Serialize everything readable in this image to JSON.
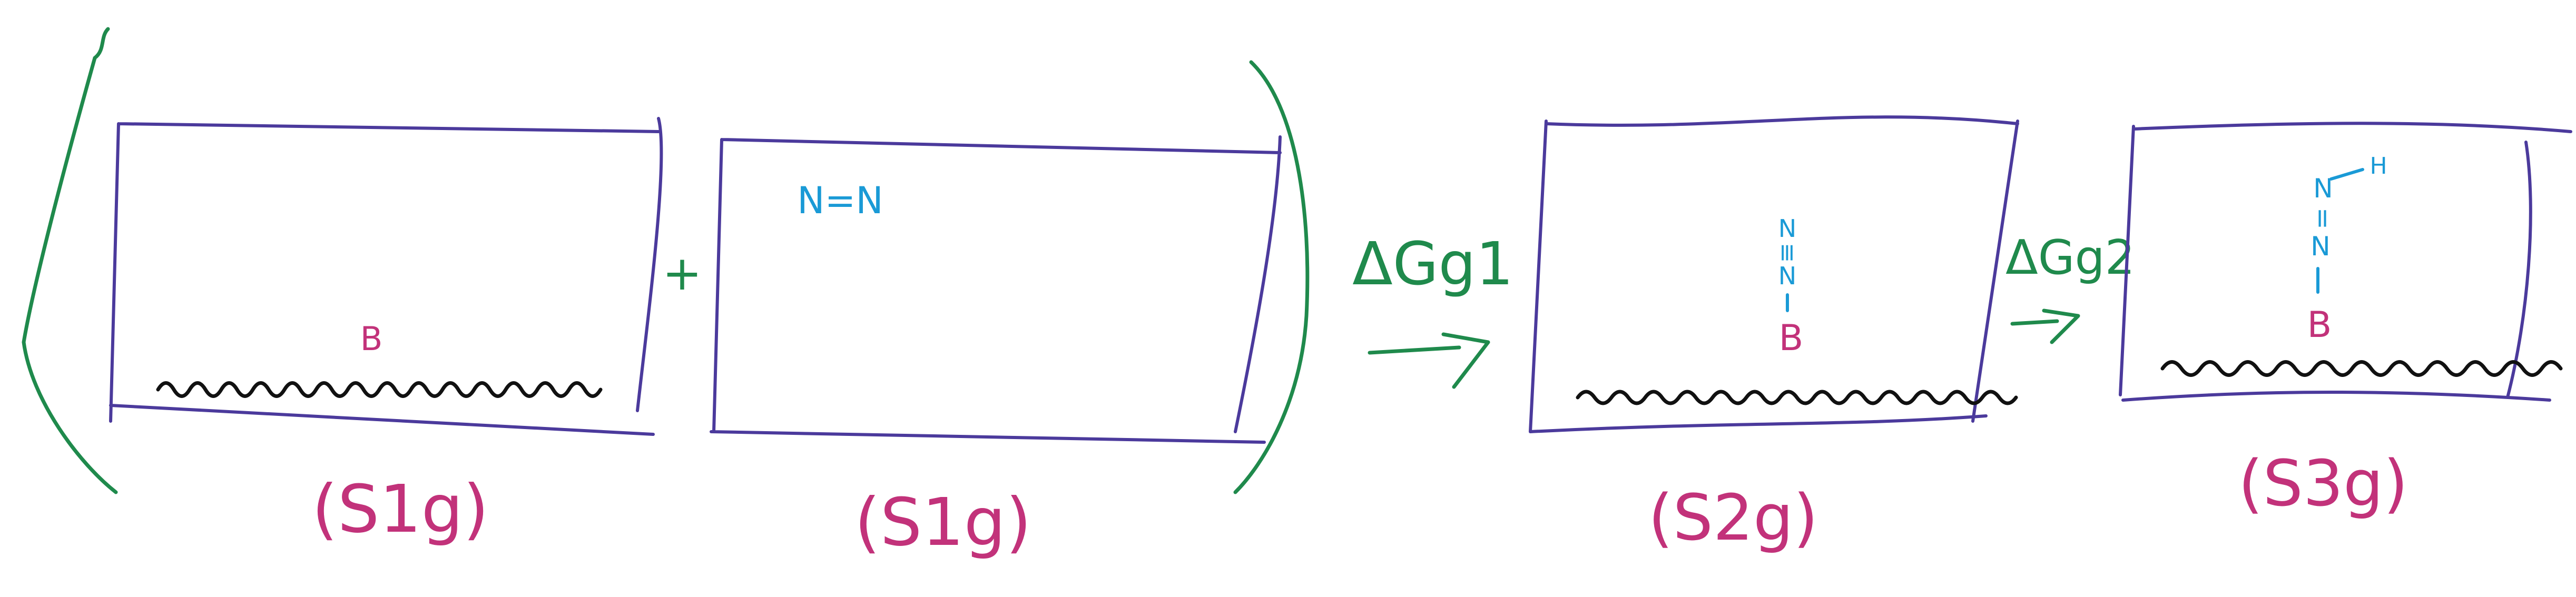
{
  "colors": {
    "box": "#4b3a9c",
    "bracket": "#1f8a4c",
    "surface": "#111111",
    "atom": "#c2327a",
    "molecule": "#1a9ad6",
    "label": "#c2327a",
    "energy": "#1f8a4c"
  },
  "diagram": {
    "plus": "+",
    "panel1": {
      "adsorbate": "B",
      "label": "(S1g)"
    },
    "panel2": {
      "molecule": "N=N",
      "label": "(S1g)"
    },
    "step1": {
      "delta_g": "ΔGg1"
    },
    "panel3": {
      "n_top": "N",
      "triple_bond": "≡",
      "n_mid": "N",
      "adsorbate": "B",
      "label": "(S2g)"
    },
    "step2": {
      "delta_g": "ΔGg2"
    },
    "panel4": {
      "h": "H",
      "n_top": "N",
      "double_bond": "=",
      "n_mid": "N",
      "adsorbate": "B",
      "label": "(S3g)"
    }
  }
}
